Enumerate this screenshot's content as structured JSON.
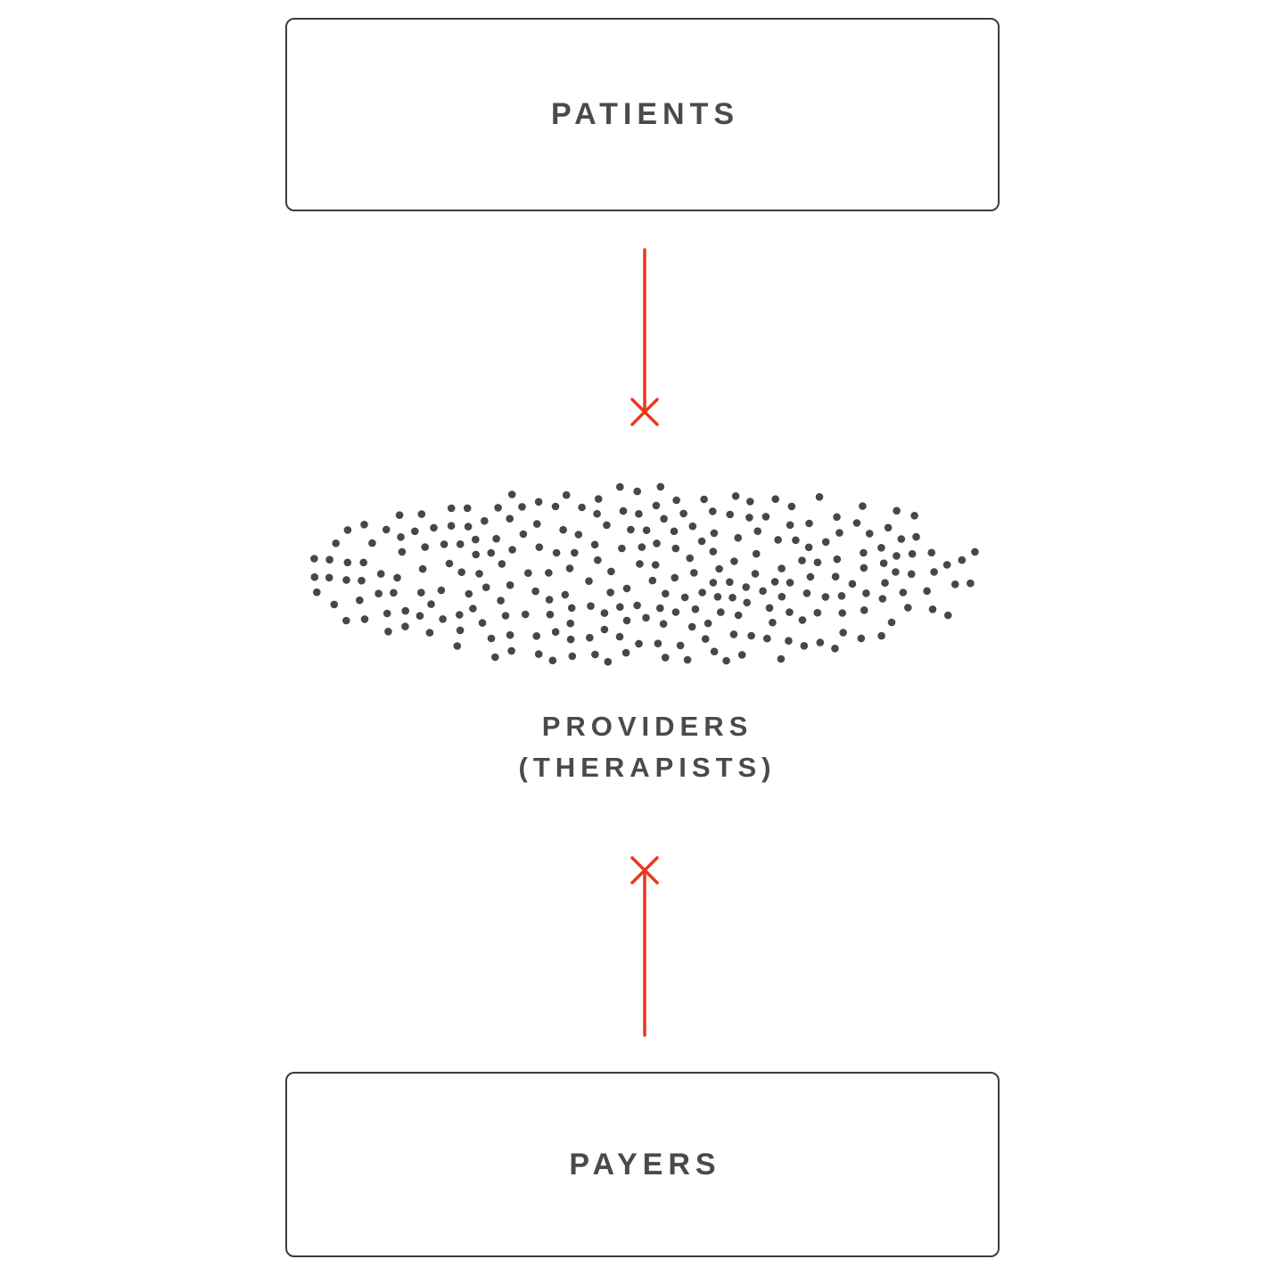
{
  "diagram": {
    "title_implicit": "Patients / Providers / Payers disconnection diagram",
    "patients": {
      "label": "PATIENTS"
    },
    "payers": {
      "label": "PAYERS"
    },
    "providers": {
      "label_line1": "PROVIDERS",
      "label_line2": "(THERAPISTS)"
    },
    "arrows": [
      {
        "name": "patients-to-providers",
        "direction": "down",
        "blocked": true
      },
      {
        "name": "payers-to-providers",
        "direction": "up",
        "blocked": true
      }
    ],
    "dots": {
      "count": 262,
      "seed": 11
    },
    "colors": {
      "box_border": "#3c3c3c",
      "text": "#4a4a4a",
      "dot": "#474747",
      "blocked_arrow": "#e8391d",
      "background": "#ffffff"
    }
  }
}
